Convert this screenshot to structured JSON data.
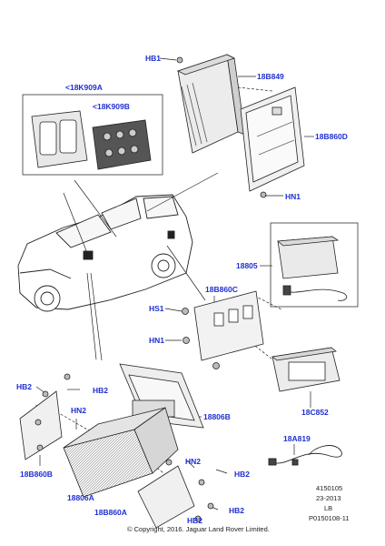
{
  "labels": {
    "hb1": "HB1",
    "p18b849": "18B849",
    "p18k909a": "<18K909A",
    "p18k909b": "<18K909B",
    "p18b860d": "18B860D",
    "hn1_top": "HN1",
    "p18805": "18805",
    "p18b860c": "18B860C",
    "hs1": "HS1",
    "hn1_mid": "HN1",
    "hb2_left": "HB2",
    "hb2_left2": "HB2",
    "hn2_left": "HN2",
    "p18806b": "18806B",
    "p18c852": "18C852",
    "p18a819": "18A819",
    "p18b860b": "18B860B",
    "p18806a": "18806A",
    "hn2_right": "HN2",
    "hb2_right": "HB2",
    "p18b860a": "18B860A",
    "hb2_bottom": "HB2",
    "hb2_bottom2": "HB2"
  },
  "footer": {
    "code1": "4150105",
    "code2": "23-2013",
    "code3": "LB",
    "code4": "P0150108-11",
    "copyright": "© Copyright, 2016. Jaguar Land Rover Limited."
  },
  "colors": {
    "label": "#1f2fd0",
    "line": "#222222",
    "part_fill": "#e6e6e6"
  }
}
